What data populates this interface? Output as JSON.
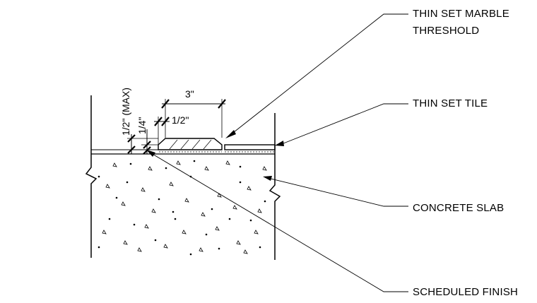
{
  "labels": {
    "threshold_line1": "THIN SET MARBLE",
    "threshold_line2": "THRESHOLD",
    "tile": "THIN SET TILE",
    "slab": "CONCRETE SLAB",
    "finish": "SCHEDULED FINISH"
  },
  "dimensions": {
    "threshold_width": "3\"",
    "bevel": "1/2\"",
    "max_height": "1/2\" (MAX)",
    "quarter": "1/4\""
  }
}
